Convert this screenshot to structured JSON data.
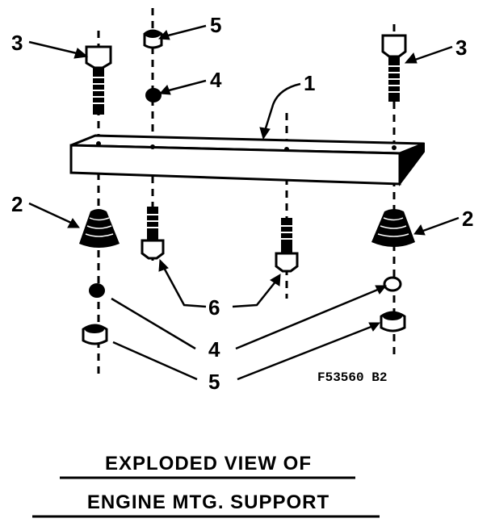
{
  "callouts": {
    "bracket": "1",
    "mount": "2",
    "bolt_upper": "3",
    "washer": "4",
    "nut": "5",
    "bolt_lower": "6"
  },
  "drawing_code": "F53560 B2",
  "title": {
    "line1": "EXPLODED VIEW OF",
    "line2": "ENGINE MTG. SUPPORT"
  }
}
